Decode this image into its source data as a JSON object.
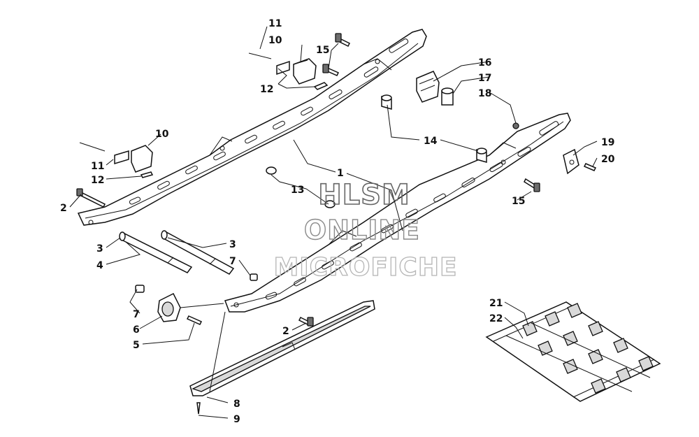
{
  "watermark": {
    "line1": "HLSM",
    "line2": "ONLINE",
    "line3": "MICROFICHE"
  },
  "callouts": {
    "c1": "1",
    "c2_left": "2",
    "c2_bottom": "2",
    "c3_left": "3",
    "c3_right": "3",
    "c4": "4",
    "c5": "5",
    "c6": "6",
    "c7_left": "7",
    "c7_right": "7",
    "c8": "8",
    "c9": "9",
    "c10_top": "10",
    "c10_left": "10",
    "c11_top": "11",
    "c11_left": "11",
    "c12_top": "12",
    "c12_left": "12",
    "c13": "13",
    "c14": "14",
    "c15_top": "15",
    "c15_right": "15",
    "c16": "16",
    "c17": "17",
    "c18": "18",
    "c19": "19",
    "c20": "20",
    "c21": "21",
    "c22": "22"
  },
  "colors": {
    "line": "#111111",
    "part_fill": "#ffffff",
    "shade": "#d9d9d9",
    "dark": "#6d6d6d"
  }
}
